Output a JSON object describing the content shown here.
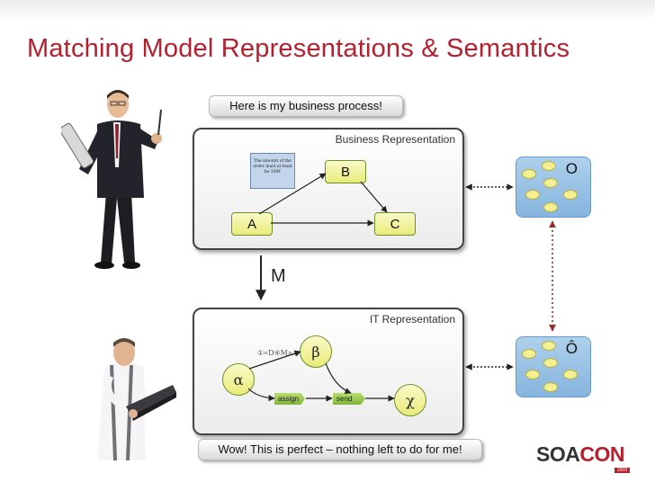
{
  "title": "Matching Model Representations & Semantics",
  "callouts": {
    "top": "Here is my business process!",
    "bottom": "Wow! This is perfect – nothing left to do for me!"
  },
  "business": {
    "title": "Business Representation",
    "nodes": {
      "a": "A",
      "b": "B",
      "c": "C"
    },
    "note": "The amount of the order must at least be 100€"
  },
  "mapping_label": "M",
  "it": {
    "title": "IT Representation",
    "nodes": {
      "alpha": "α",
      "beta": "β",
      "chi": "χ"
    },
    "token": "①«D④M»...",
    "activities": {
      "assign": "assign",
      "send": "send"
    }
  },
  "ontologies": {
    "top": "O",
    "bottom": "Ô"
  },
  "logo": {
    "part1": "S",
    "part2": "OA",
    "part3": "CON",
    "year": "2009"
  },
  "colors": {
    "title": "#b5202e",
    "node_fill": "#e9eb7a",
    "ontology": "#85b4de",
    "arrow_red": "#9b2b2b",
    "logo_red": "#b5202e",
    "logo_dark": "#333333"
  },
  "icons": [
    "business-man-figure",
    "laptop-man-figure",
    "paper-note-icon"
  ]
}
